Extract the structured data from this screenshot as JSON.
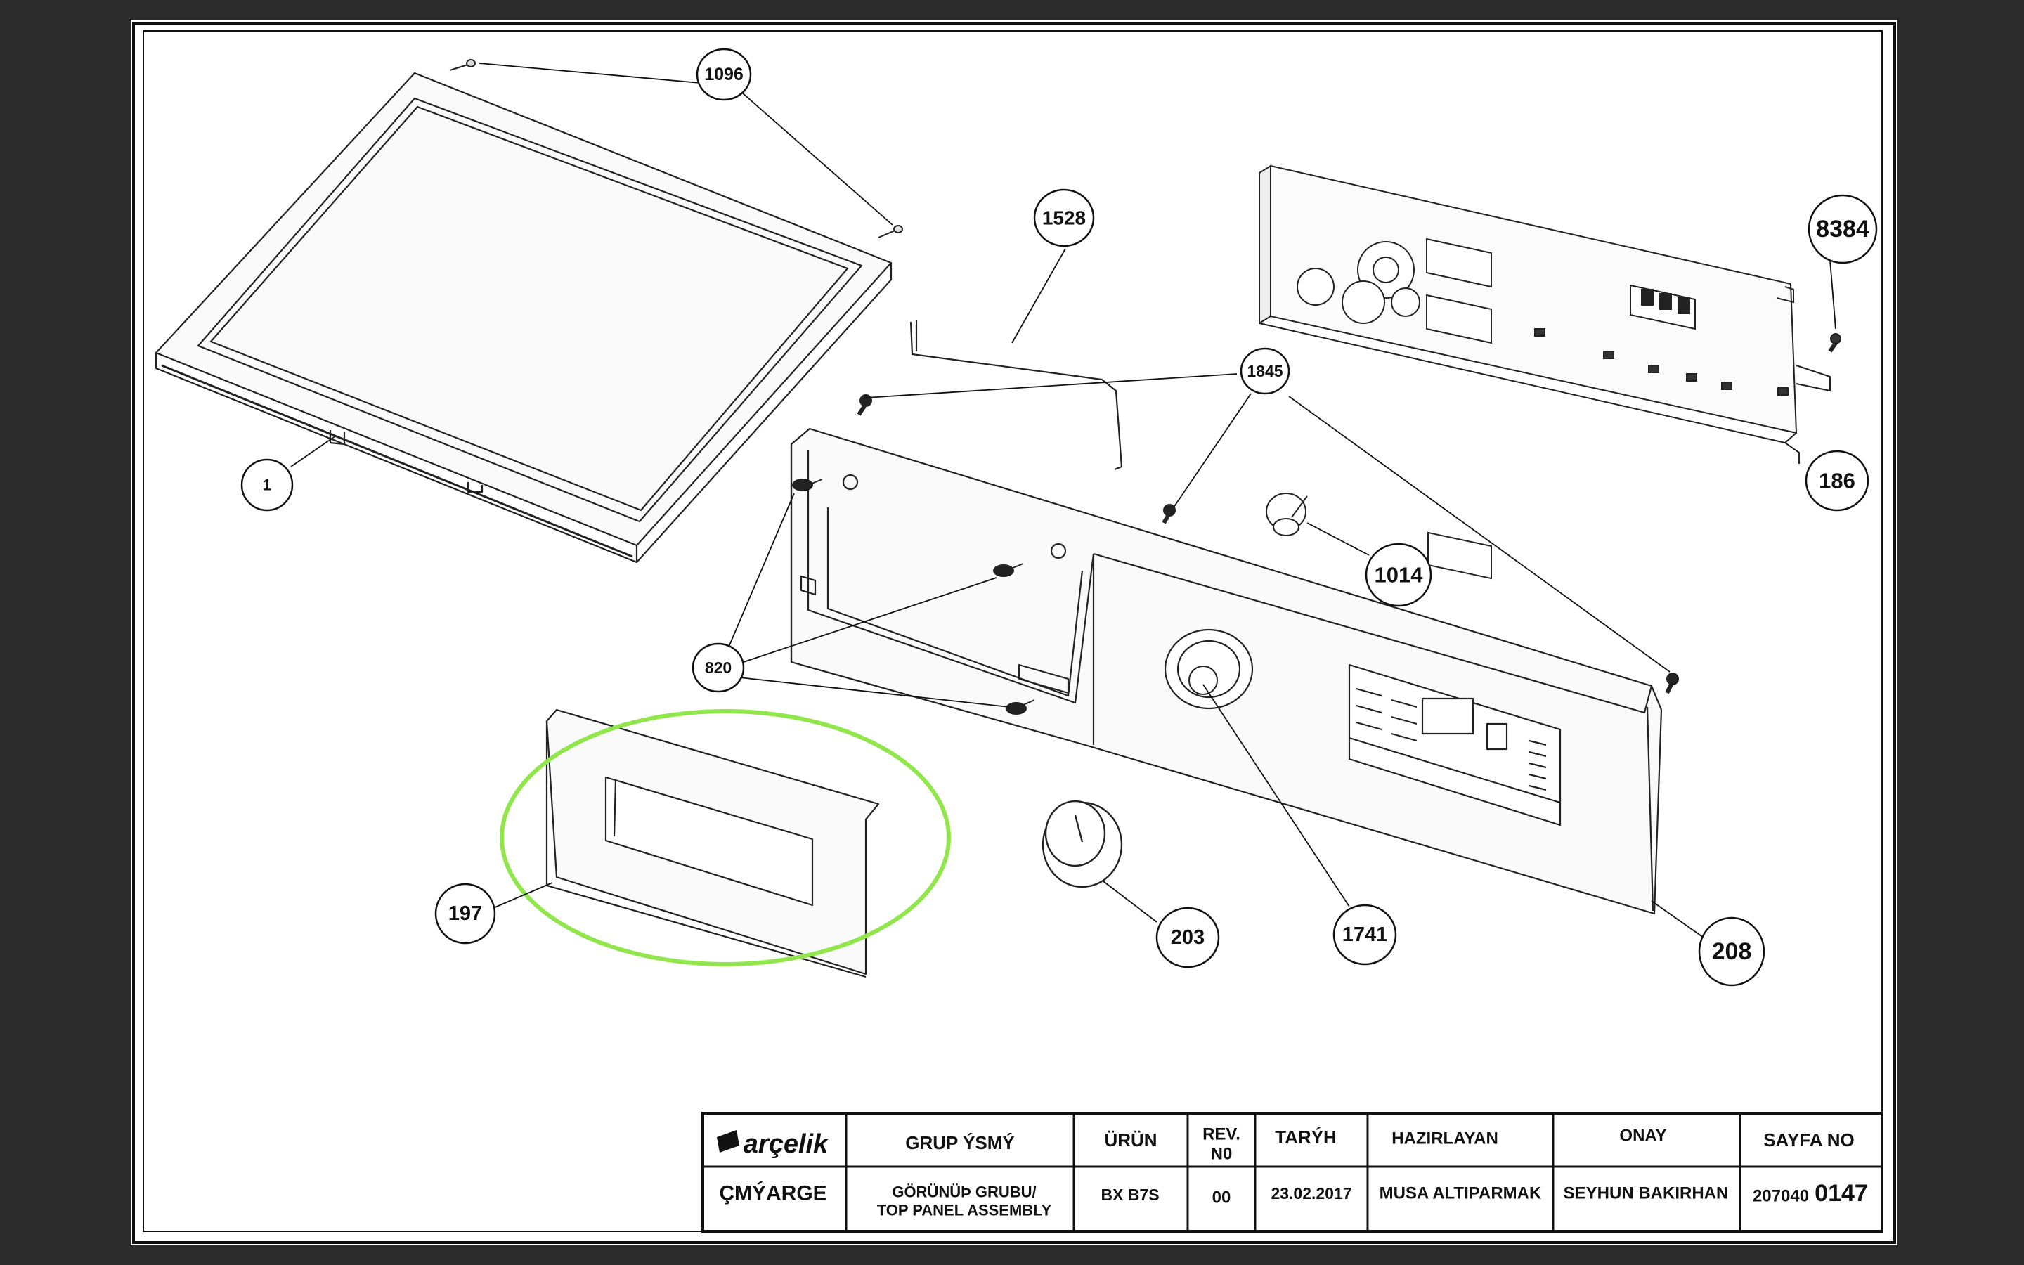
{
  "callouts": {
    "c1096": "1096",
    "c1528": "1528",
    "c8384": "8384",
    "c1845": "1845",
    "c1": "1",
    "c186": "186",
    "c1014": "1014",
    "c820": "820",
    "c197": "197",
    "c203": "203",
    "c1741": "1741",
    "c208": "208"
  },
  "title_block": {
    "logo": "arçelik",
    "grup_header": "GRUP ÝSMÝ",
    "urun_header": "ÜRÜN",
    "rev_header_1": "REV.",
    "rev_header_2": "N0",
    "tarih_header": "TARÝH",
    "hazirlayan_header": "HAZIRLAYAN",
    "onay_header": "ONAY",
    "sayfa_header": "SAYFA NO",
    "cizim_label": "ÇMÝARGE",
    "grup_value_1": "GÖRÜNÜÞ GRUBU/",
    "grup_value_2": "TOP PANEL ASSEMBLY",
    "urun_value": "BX B7S",
    "rev_value": "00",
    "tarih_value": "23.02.2017",
    "hazirlayan_value": "MUSA ALTIPARMAK",
    "onay_value": "SEYHUN BAKIRHAN",
    "sayfa_prefix": "207040",
    "sayfa_number": "0147"
  },
  "colors": {
    "background": "#2b2b2b",
    "sheet": "#ffffff",
    "line": "#111111",
    "highlight": "#90e64a"
  }
}
